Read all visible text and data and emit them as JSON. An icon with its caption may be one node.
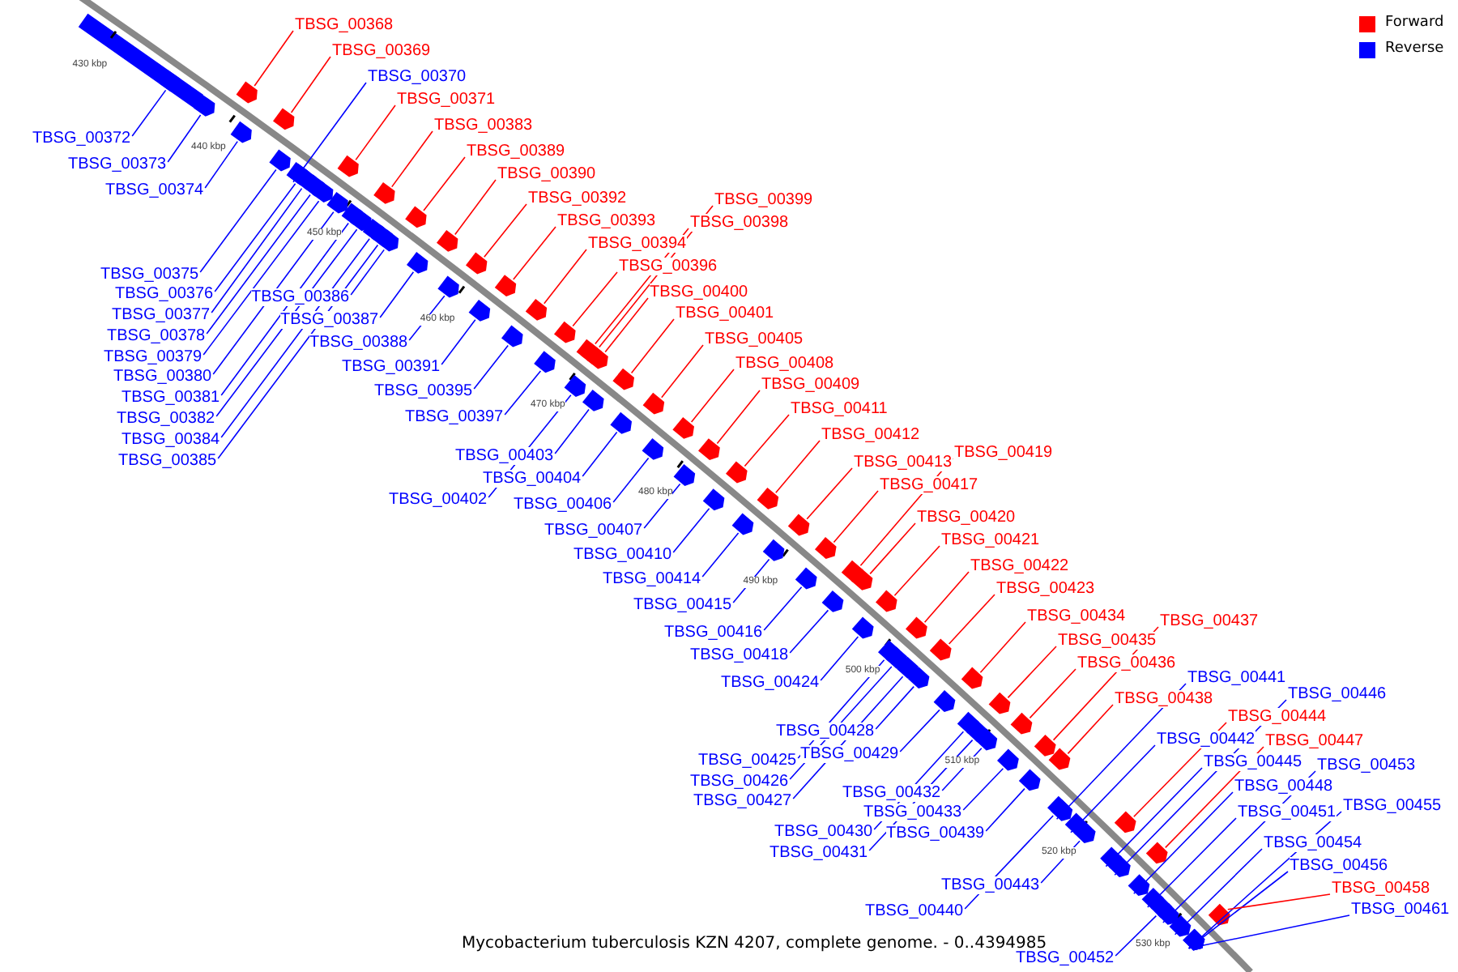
{
  "diagram": {
    "caption": "Mycobacterium tuberculosis KZN 4207, complete genome. - 0..4394985",
    "nodes": [
      {
        "text": [
          "TBSG_00368"
        ]
      },
      {
        "text": [
          "TBSG_00369"
        ]
      },
      {
        "text": [
          "TBSG_00370"
        ]
      },
      {
        "text": [
          "TBSG_00371"
        ]
      },
      {
        "text": [
          "TBSG_00383"
        ]
      },
      {
        "text": [
          "TBSG_00372"
        ]
      },
      {
        "text": [
          "TBSG_00389"
        ]
      },
      {
        "text": [
          "TBSG_00373"
        ]
      },
      {
        "text": [
          "TBSG_00390"
        ]
      },
      {
        "text": [
          "TBSG_00374"
        ]
      },
      {
        "text": [
          "TBSG_00392"
        ]
      },
      {
        "text": [
          "TBSG_00399"
        ]
      },
      {
        "text": [
          "TBSG_00393"
        ]
      },
      {
        "text": [
          "TBSG_00398"
        ]
      },
      {
        "text": [
          "TBSG_00394"
        ]
      },
      {
        "text": [
          "TBSG_00396"
        ]
      },
      {
        "text": [
          "TBSG_00375"
        ]
      },
      {
        "text": [
          "TBSG_00400"
        ]
      },
      {
        "text": [
          "TBSG_00376"
        ]
      },
      {
        "text": [
          "TBSG_00386"
        ]
      },
      {
        "text": [
          "TBSG_00401"
        ]
      },
      {
        "text": [
          "TBSG_00377"
        ]
      },
      {
        "text": [
          "TBSG_00387"
        ]
      },
      {
        "text": [
          "TBSG_00378"
        ]
      },
      {
        "text": [
          "TBSG_00405"
        ]
      },
      {
        "text": [
          "TBSG_00388"
        ]
      },
      {
        "text": [
          "TBSG_00379"
        ]
      },
      {
        "text": [
          "TBSG_00408"
        ]
      },
      {
        "text": [
          "TBSG_00391"
        ]
      },
      {
        "text": [
          "TBSG_00380"
        ]
      },
      {
        "text": [
          "TBSG_00409"
        ]
      },
      {
        "text": [
          "TBSG_00395"
        ]
      },
      {
        "text": [
          "TBSG_00381"
        ]
      },
      {
        "text": [
          "TBSG_00411"
        ]
      },
      {
        "text": [
          "TBSG_00397"
        ]
      },
      {
        "text": [
          "TBSG_00382"
        ]
      },
      {
        "text": [
          "TBSG_00412"
        ]
      },
      {
        "text": [
          "TBSG_00384"
        ]
      },
      {
        "text": [
          "TBSG_00419"
        ]
      },
      {
        "text": [
          "TBSG_00403"
        ]
      },
      {
        "text": [
          "TBSG_00385"
        ]
      },
      {
        "text": [
          "TBSG_00413"
        ]
      },
      {
        "text": [
          "TBSG_00404"
        ]
      },
      {
        "text": [
          "TBSG_00417"
        ]
      },
      {
        "text": [
          "TBSG_00402"
        ]
      },
      {
        "text": [
          "TBSG_00406"
        ]
      },
      {
        "text": [
          "TBSG_00420"
        ]
      },
      {
        "text": [
          "TBSG_00407"
        ]
      },
      {
        "text": [
          "TBSG_00421"
        ]
      },
      {
        "text": [
          "TBSG_00410"
        ]
      },
      {
        "text": [
          "TBSG_00422"
        ]
      },
      {
        "text": [
          "TBSG_00414"
        ]
      },
      {
        "text": [
          "TBSG_00423"
        ]
      },
      {
        "text": [
          "TBSG_00415"
        ]
      },
      {
        "text": [
          "TBSG_00434"
        ]
      },
      {
        "text": [
          "TBSG_00437"
        ]
      },
      {
        "text": [
          "TBSG_00416"
        ]
      },
      {
        "text": [
          "TBSG_00435"
        ]
      },
      {
        "text": [
          "TBSG_00418"
        ]
      },
      {
        "text": [
          "TBSG_00436"
        ]
      },
      {
        "text": [
          "TBSG_00441"
        ]
      },
      {
        "text": [
          "TBSG_00424"
        ]
      },
      {
        "text": [
          "TBSG_00446"
        ]
      },
      {
        "text": [
          "TBSG_00438"
        ]
      },
      {
        "text": [
          "TBSG_00444"
        ]
      },
      {
        "text": [
          "TBSG_00428"
        ]
      },
      {
        "text": [
          "TBSG_00442"
        ]
      },
      {
        "text": [
          "TBSG_00447"
        ]
      },
      {
        "text": [
          "TBSG_00429"
        ]
      },
      {
        "text": [
          "TBSG_00425"
        ]
      },
      {
        "text": [
          "TBSG_00445"
        ]
      },
      {
        "text": [
          "TBSG_00453"
        ]
      },
      {
        "text": [
          "TBSG_00426"
        ]
      },
      {
        "text": [
          "TBSG_00448"
        ]
      },
      {
        "text": [
          "TBSG_00432"
        ]
      },
      {
        "text": [
          "TBSG_00427"
        ]
      },
      {
        "text": [
          "TBSG_00455"
        ]
      },
      {
        "text": [
          "TBSG_00451"
        ]
      },
      {
        "text": [
          "TBSG_00433"
        ]
      },
      {
        "text": [
          "TBSG_00430"
        ]
      },
      {
        "text": [
          "TBSG_00439"
        ]
      },
      {
        "text": [
          "TBSG_00454"
        ]
      },
      {
        "text": [
          "TBSG_00431"
        ]
      },
      {
        "text": [
          "TBSG_00456"
        ]
      },
      {
        "text": [
          "TBSG_00443"
        ]
      },
      {
        "text": [
          "TBSG_00458"
        ]
      },
      {
        "text": [
          "TBSG_00461"
        ]
      },
      {
        "text": [
          "TBSG_00440"
        ]
      },
      {
        "text": [
          "TBSG_00452"
        ]
      },
      {
        "text": [],
        "shape": "arrow"
      },
      {
        "text": [],
        "shape": "arrow"
      },
      {
        "text": [],
        "shape": "arrow"
      },
      {
        "text": [],
        "shape": "arrow"
      },
      {
        "text": [],
        "shape": "arrow"
      },
      {
        "text": [],
        "shape": "arrow"
      },
      {
        "text": [],
        "shape": "arrow"
      },
      {
        "text": [],
        "shape": "arrow"
      },
      {
        "text": [],
        "shape": "arrow"
      },
      {
        "text": [],
        "shape": "arrow"
      },
      {
        "text": [],
        "shape": "arrow"
      },
      {
        "text": [],
        "shape": "arrow"
      },
      {
        "text": [],
        "shape": "arrow"
      },
      {
        "text": [],
        "shape": "arrow"
      },
      {
        "text": [],
        "shape": "arrow"
      },
      {
        "text": [],
        "shape": "arrow"
      },
      {
        "text": [],
        "shape": "arrow"
      },
      {
        "text": [],
        "shape": "arrow"
      },
      {
        "text": [],
        "shape": "arrow"
      },
      {
        "text": [],
        "shape": "arrow"
      },
      {
        "text": [],
        "shape": "arrow"
      },
      {
        "text": [],
        "shape": "arrow"
      },
      {
        "text": [],
        "shape": "arrow"
      },
      {
        "text": [],
        "shape": "arrow"
      },
      {
        "text": [],
        "shape": "arrow"
      },
      {
        "text": [],
        "shape": "arrow"
      },
      {
        "text": [],
        "shape": "arrow"
      },
      {
        "text": [],
        "shape": "arrow"
      },
      {
        "text": [],
        "shape": "arrow"
      },
      {
        "text": [],
        "shape": "arrow"
      },
      {
        "text": [],
        "shape": "arrow"
      },
      {
        "text": [],
        "shape": "arrow"
      },
      {
        "text": [],
        "shape": "arrow"
      },
      {
        "text": [],
        "shape": "arrow"
      },
      {
        "text": [],
        "shape": "arrow"
      },
      {
        "text": [],
        "shape": "arrow"
      },
      {
        "text": [],
        "shape": "arrow"
      },
      {
        "text": [],
        "shape": "arrow"
      },
      {
        "text": [],
        "shape": "arrow"
      },
      {
        "text": [],
        "shape": "arrow"
      },
      {
        "text": [],
        "shape": "arrow"
      },
      {
        "text": [],
        "shape": "arrow"
      },
      {
        "text": [],
        "shape": "arrow"
      },
      {
        "text": [],
        "shape": "arrow"
      },
      {
        "text": [],
        "shape": "arrow"
      },
      {
        "text": [],
        "shape": "arrow"
      },
      {
        "text": [],
        "shape": "arrow"
      },
      {
        "text": [],
        "shape": "arrow"
      },
      {
        "text": [],
        "shape": "arrow"
      },
      {
        "text": [],
        "shape": "arrow"
      },
      {
        "text": [],
        "shape": "arrow"
      },
      {
        "text": [],
        "shape": "arrow"
      },
      {
        "text": [],
        "shape": "arrow"
      },
      {
        "text": [],
        "shape": "arrow"
      },
      {
        "text": [],
        "shape": "arrow"
      },
      {
        "text": [],
        "shape": "arrow"
      },
      {
        "text": [],
        "shape": "arrow"
      },
      {
        "text": [],
        "shape": "arrow"
      },
      {
        "text": [],
        "shape": "arrow"
      },
      {
        "text": [],
        "shape": "arrow"
      },
      {
        "text": [],
        "shape": "arrow"
      },
      {
        "text": [],
        "shape": "arrow"
      },
      {
        "text": [],
        "shape": "arrow"
      },
      {
        "text": [],
        "shape": "arrow"
      },
      {
        "text": [],
        "shape": "arrow"
      },
      {
        "text": [],
        "shape": "arrow"
      },
      {
        "text": [],
        "shape": "arrow"
      },
      {
        "text": [],
        "shape": "arrow"
      },
      {
        "text": [],
        "shape": "arrow"
      },
      {
        "text": [],
        "shape": "arrow"
      },
      {
        "text": [],
        "shape": "arrow"
      },
      {
        "text": [],
        "shape": "arrow"
      },
      {
        "text": [],
        "shape": "arrow"
      },
      {
        "text": [],
        "shape": "arrow"
      },
      {
        "text": [],
        "shape": "arrow"
      },
      {
        "text": [],
        "shape": "arrow"
      },
      {
        "text": [],
        "shape": "arrow"
      },
      {
        "text": [],
        "shape": "arrow"
      },
      {
        "text": [],
        "shape": "arrow"
      },
      {
        "text": [],
        "shape": "arrow"
      },
      {
        "text": [],
        "shape": "arrow"
      },
      {
        "text": [],
        "shape": "arrow"
      },
      {
        "text": [],
        "shape": "arrow"
      },
      {
        "text": [],
        "shape": "arrow"
      },
      {
        "text": [],
        "shape": "arrow"
      },
      {
        "text": [],
        "shape": "arrow"
      },
      {
        "text": [],
        "shape": "arrow"
      },
      {
        "text": [],
        "shape": "arrow"
      },
      {
        "text": [],
        "shape": "arrow"
      }
    ],
    "edges": [
      {
        "from": 0,
        "to": 89,
        "arrow": "none",
        "color": "#ff0000"
      },
      {
        "from": 1,
        "to": 90,
        "arrow": "none",
        "color": "#ff0000"
      },
      {
        "from": 2,
        "to": 91,
        "arrow": "none"
      },
      {
        "from": 3,
        "to": 92,
        "arrow": "none",
        "color": "#ff0000"
      },
      {
        "from": 4,
        "to": 93,
        "arrow": "none",
        "color": "#ff0000"
      },
      {
        "from": 5,
        "to": 94,
        "arrow": "none"
      },
      {
        "from": 6,
        "to": 95,
        "arrow": "none",
        "color": "#ff0000"
      },
      {
        "from": 7,
        "to": 96,
        "arrow": "none"
      },
      {
        "from": 8,
        "to": 97,
        "arrow": "none",
        "color": "#ff0000"
      },
      {
        "from": 9,
        "to": 98,
        "arrow": "none"
      },
      {
        "from": 10,
        "to": 99,
        "arrow": "none",
        "color": "#ff0000"
      },
      {
        "from": 11,
        "to": 100,
        "arrow": "none",
        "color": "#ff0000"
      },
      {
        "from": 12,
        "to": 101,
        "arrow": "none",
        "color": "#ff0000"
      },
      {
        "from": 13,
        "to": 102,
        "arrow": "none",
        "color": "#ff0000"
      },
      {
        "from": 14,
        "to": 103,
        "arrow": "none",
        "color": "#ff0000"
      },
      {
        "from": 15,
        "to": 104,
        "arrow": "none",
        "color": "#ff0000"
      },
      {
        "from": 16,
        "to": 105,
        "arrow": "none"
      },
      {
        "from": 17,
        "to": 106,
        "arrow": "none",
        "color": "#ff0000"
      },
      {
        "from": 18,
        "to": 107,
        "arrow": "none"
      },
      {
        "from": 19,
        "to": 108,
        "arrow": "none"
      },
      {
        "from": 20,
        "to": 109,
        "arrow": "none",
        "color": "#ff0000"
      },
      {
        "from": 21,
        "to": 110,
        "arrow": "none"
      },
      {
        "from": 22,
        "to": 111,
        "arrow": "none"
      },
      {
        "from": 23,
        "to": 112,
        "arrow": "none"
      },
      {
        "from": 24,
        "to": 113,
        "arrow": "none",
        "color": "#ff0000"
      },
      {
        "from": 25,
        "to": 114,
        "arrow": "none"
      },
      {
        "from": 26,
        "to": 115,
        "arrow": "none"
      },
      {
        "from": 27,
        "to": 116,
        "arrow": "none",
        "color": "#ff0000"
      },
      {
        "from": 28,
        "to": 117,
        "arrow": "none"
      },
      {
        "from": 29,
        "to": 118,
        "arrow": "none"
      },
      {
        "from": 30,
        "to": 119,
        "arrow": "none",
        "color": "#ff0000"
      },
      {
        "from": 31,
        "to": 120,
        "arrow": "none"
      },
      {
        "from": 32,
        "to": 121,
        "arrow": "none"
      },
      {
        "from": 33,
        "to": 122,
        "arrow": "none",
        "color": "#ff0000"
      },
      {
        "from": 34,
        "to": 123,
        "arrow": "none"
      },
      {
        "from": 35,
        "to": 124,
        "arrow": "none"
      },
      {
        "from": 36,
        "to": 125,
        "arrow": "none",
        "color": "#ff0000"
      },
      {
        "from": 37,
        "to": 126,
        "arrow": "none"
      },
      {
        "from": 38,
        "to": 127,
        "arrow": "none",
        "color": "#ff0000"
      },
      {
        "from": 39,
        "to": 128,
        "arrow": "none"
      },
      {
        "from": 40,
        "to": 129,
        "arrow": "none"
      },
      {
        "from": 41,
        "to": 130,
        "arrow": "none",
        "color": "#ff0000"
      },
      {
        "from": 42,
        "to": 131,
        "arrow": "none"
      },
      {
        "from": 43,
        "to": 132,
        "arrow": "none",
        "color": "#ff0000"
      },
      {
        "from": 44,
        "to": 133,
        "arrow": "none"
      },
      {
        "from": 45,
        "to": 134,
        "arrow": "none"
      },
      {
        "from": 46,
        "to": 135,
        "arrow": "none",
        "color": "#ff0000"
      },
      {
        "from": 47,
        "to": 136,
        "arrow": "none"
      },
      {
        "from": 48,
        "to": 137,
        "arrow": "none",
        "color": "#ff0000"
      },
      {
        "from": 49,
        "to": 138,
        "arrow": "none"
      },
      {
        "from": 50,
        "to": 139,
        "arrow": "none",
        "color": "#ff0000"
      },
      {
        "from": 51,
        "to": 140,
        "arrow": "none"
      },
      {
        "from": 52,
        "to": 141,
        "arrow": "none",
        "color": "#ff0000"
      },
      {
        "from": 53,
        "to": 142,
        "arrow": "none"
      },
      {
        "from": 54,
        "to": 143,
        "arrow": "none",
        "color": "#ff0000"
      },
      {
        "from": 55,
        "to": 144,
        "arrow": "none",
        "color": "#ff0000"
      },
      {
        "from": 56,
        "to": 145,
        "arrow": "none"
      },
      {
        "from": 57,
        "to": 146,
        "arrow": "none",
        "color": "#ff0000"
      },
      {
        "from": 58,
        "to": 147,
        "arrow": "none"
      },
      {
        "from": 59,
        "to": 148,
        "arrow": "none",
        "color": "#ff0000"
      },
      {
        "from": 60,
        "to": 149,
        "arrow": "none"
      },
      {
        "from": 61,
        "to": 150,
        "arrow": "none"
      },
      {
        "from": 62,
        "to": 151,
        "arrow": "none"
      },
      {
        "from": 63,
        "to": 152,
        "arrow": "none",
        "color": "#ff0000"
      },
      {
        "from": 64,
        "to": 153,
        "arrow": "none",
        "color": "#ff0000"
      },
      {
        "from": 65,
        "to": 154,
        "arrow": "none"
      },
      {
        "from": 66,
        "to": 155,
        "arrow": "none"
      },
      {
        "from": 67,
        "to": 156,
        "arrow": "none",
        "color": "#ff0000"
      },
      {
        "from": 68,
        "to": 157,
        "arrow": "none"
      },
      {
        "from": 69,
        "to": 158,
        "arrow": "none"
      },
      {
        "from": 70,
        "to": 159,
        "arrow": "none"
      },
      {
        "from": 71,
        "to": 160,
        "arrow": "none"
      },
      {
        "from": 72,
        "to": 161,
        "arrow": "none"
      },
      {
        "from": 73,
        "to": 162,
        "arrow": "none"
      },
      {
        "from": 74,
        "to": 163,
        "arrow": "none"
      },
      {
        "from": 75,
        "to": 164,
        "arrow": "none"
      },
      {
        "from": 76,
        "to": 165,
        "arrow": "none"
      },
      {
        "from": 77,
        "to": 166,
        "arrow": "none"
      },
      {
        "from": 78,
        "to": 167,
        "arrow": "none"
      },
      {
        "from": 79,
        "to": 168,
        "arrow": "none"
      },
      {
        "from": 80,
        "to": 169,
        "arrow": "none"
      },
      {
        "from": 81,
        "to": 170,
        "arrow": "none"
      },
      {
        "from": 82,
        "to": 171,
        "arrow": "none"
      },
      {
        "from": 83,
        "to": 172,
        "arrow": "none"
      },
      {
        "from": 84,
        "to": 173,
        "arrow": "none"
      },
      {
        "from": 85,
        "to": 174,
        "arrow": "none",
        "color": "#ff0000"
      },
      {
        "from": 86,
        "to": 175,
        "arrow": "none"
      },
      {
        "from": 87,
        "to": 176,
        "arrow": "none"
      },
      {
        "from": 88,
        "to": 177,
        "arrow": "none"
      }
    ],
    "labels": [
      "430 kbp",
      "440 kbp",
      "450 kbp",
      "460 kbp",
      "470 kbp",
      "480 kbp",
      "490 kbp",
      "500 kbp",
      "510 kbp",
      "520 kbp",
      "530 kbp"
    ],
    "legend": [
      {
        "text": "Forward",
        "color": "#ff0000"
      },
      {
        "text": "Reverse",
        "color": "#0000ff"
      }
    ]
  }
}
